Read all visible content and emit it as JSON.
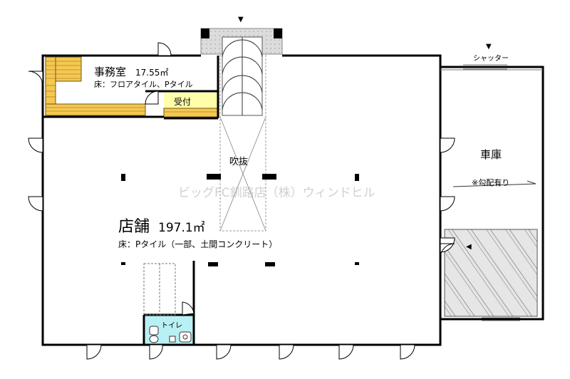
{
  "office": {
    "name": "事務室",
    "area": "17.55㎡",
    "floor": "床：フロアタイル、Pタイル"
  },
  "reception": {
    "name": "受付"
  },
  "store": {
    "name": "店舗",
    "area": "197.1㎡",
    "floor": "床：Pタイル（一部、土間コンクリート）"
  },
  "atrium": {
    "name": "吹抜"
  },
  "garage": {
    "name": "車庫",
    "slope_note": "※勾配有り",
    "shutter": "シャッター"
  },
  "toilet": {
    "name": "トイレ"
  },
  "watermark": "ビッグFC釧路店（株）ウィンドヒル",
  "markers": {
    "entrance_arrow": "▼",
    "shutter_arrow": "▼",
    "garage_arrow": "◀"
  },
  "colors": {
    "office_floor": "#ffe9a6",
    "wood": "#f5c84f",
    "reception": "#ffffaa",
    "toilet": "#b9f0f5",
    "entrance_pad": "#dcdcdc",
    "hatch": "#d8d8d8",
    "wall": "#000000"
  }
}
